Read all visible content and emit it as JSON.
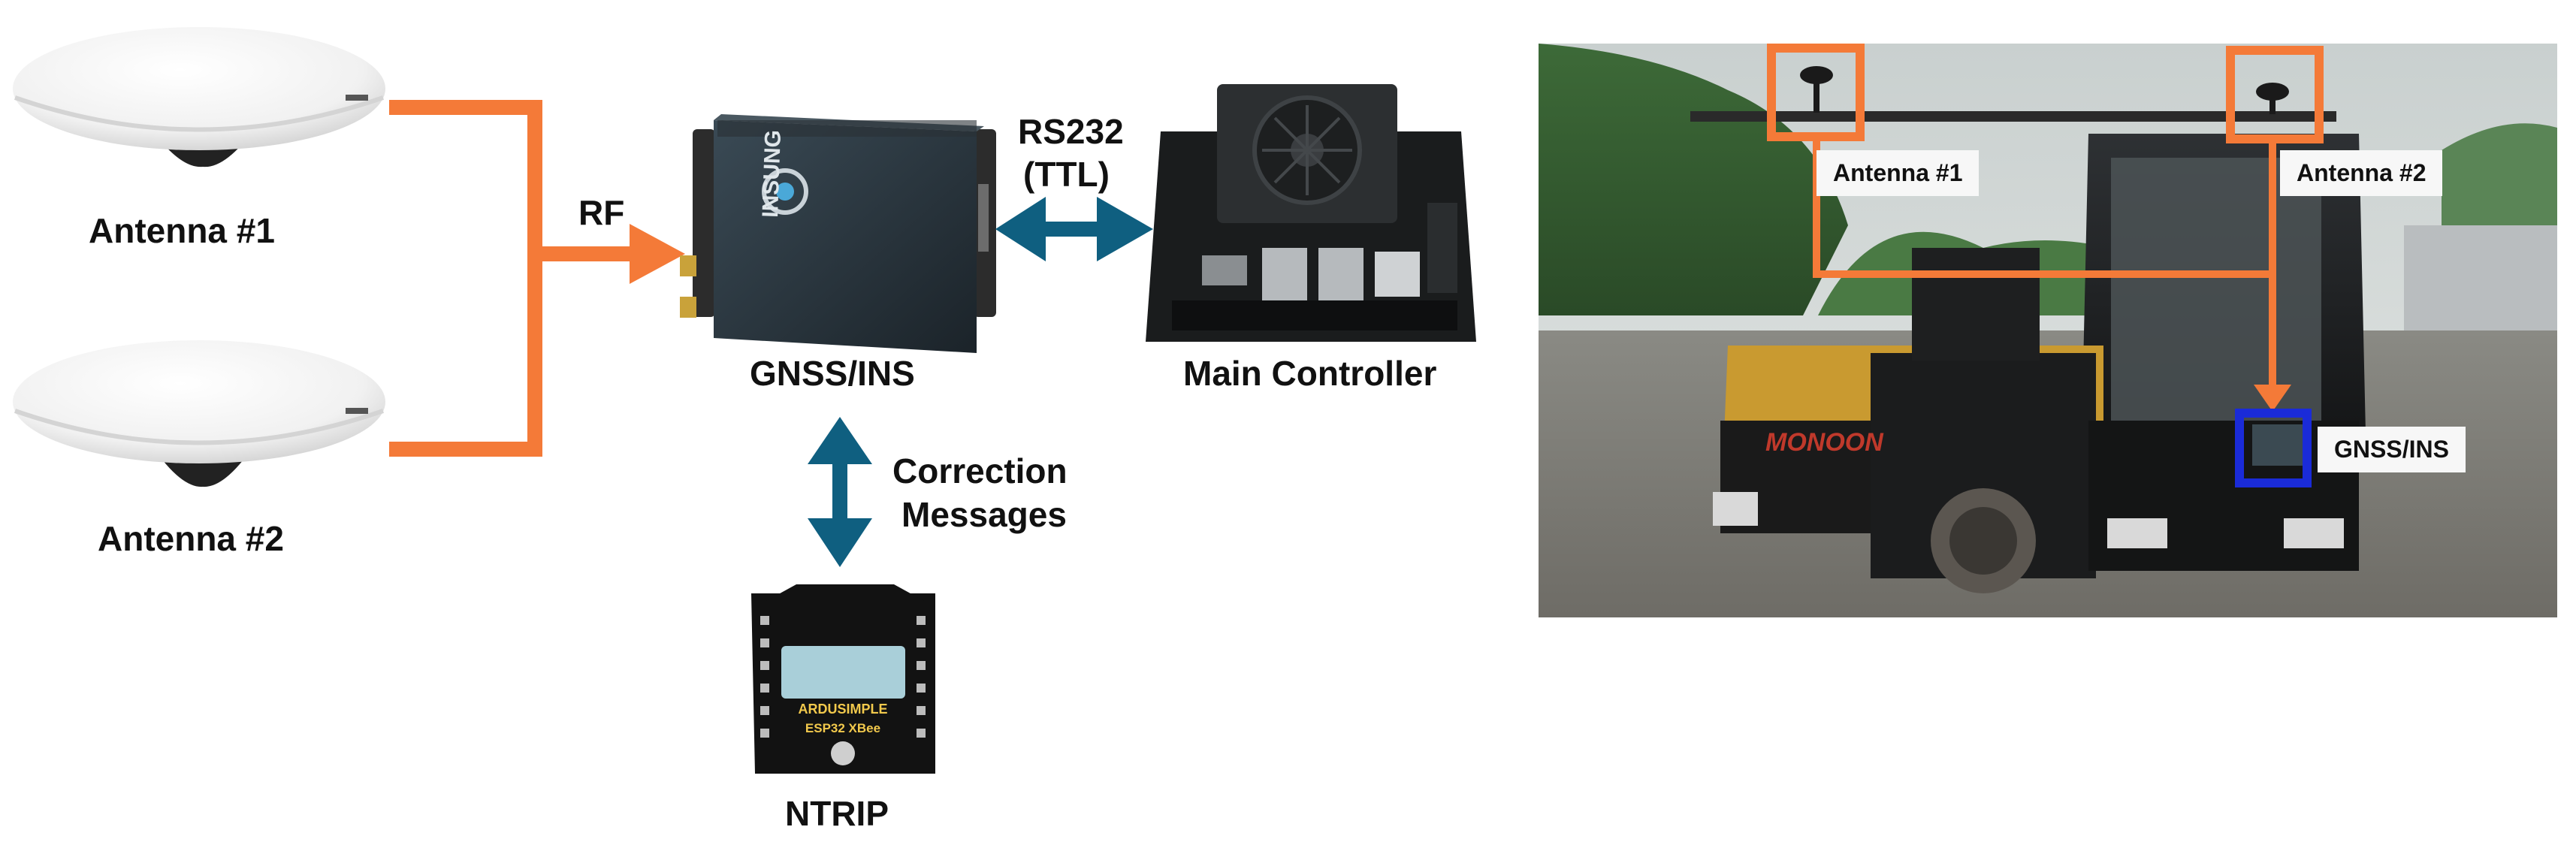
{
  "diagram": {
    "antenna1_label": "Antenna #1",
    "antenna2_label": "Antenna #2",
    "rf_label": "RF",
    "gnss_label": "GNSS/INS",
    "rs232_line1": "RS232",
    "rs232_line2": "(TTL)",
    "controller_label": "Main Controller",
    "correction_line1": "Correction",
    "correction_line2": "Messages",
    "ntrip_label": "NTRIP",
    "gnss_brand": "INSUNG",
    "ntrip_board_text_1": "ARDUSIMPLE",
    "ntrip_board_text_2": "ESP32 XBee"
  },
  "photo": {
    "antenna1_tag": "Antenna #1",
    "antenna2_tag": "Antenna #2",
    "gnss_tag": "GNSS/INS",
    "vehicle_text": "MONOON"
  },
  "colors": {
    "orange": "#f47a38",
    "teal": "#0f5f80",
    "blue_box": "#1a2bd8"
  }
}
